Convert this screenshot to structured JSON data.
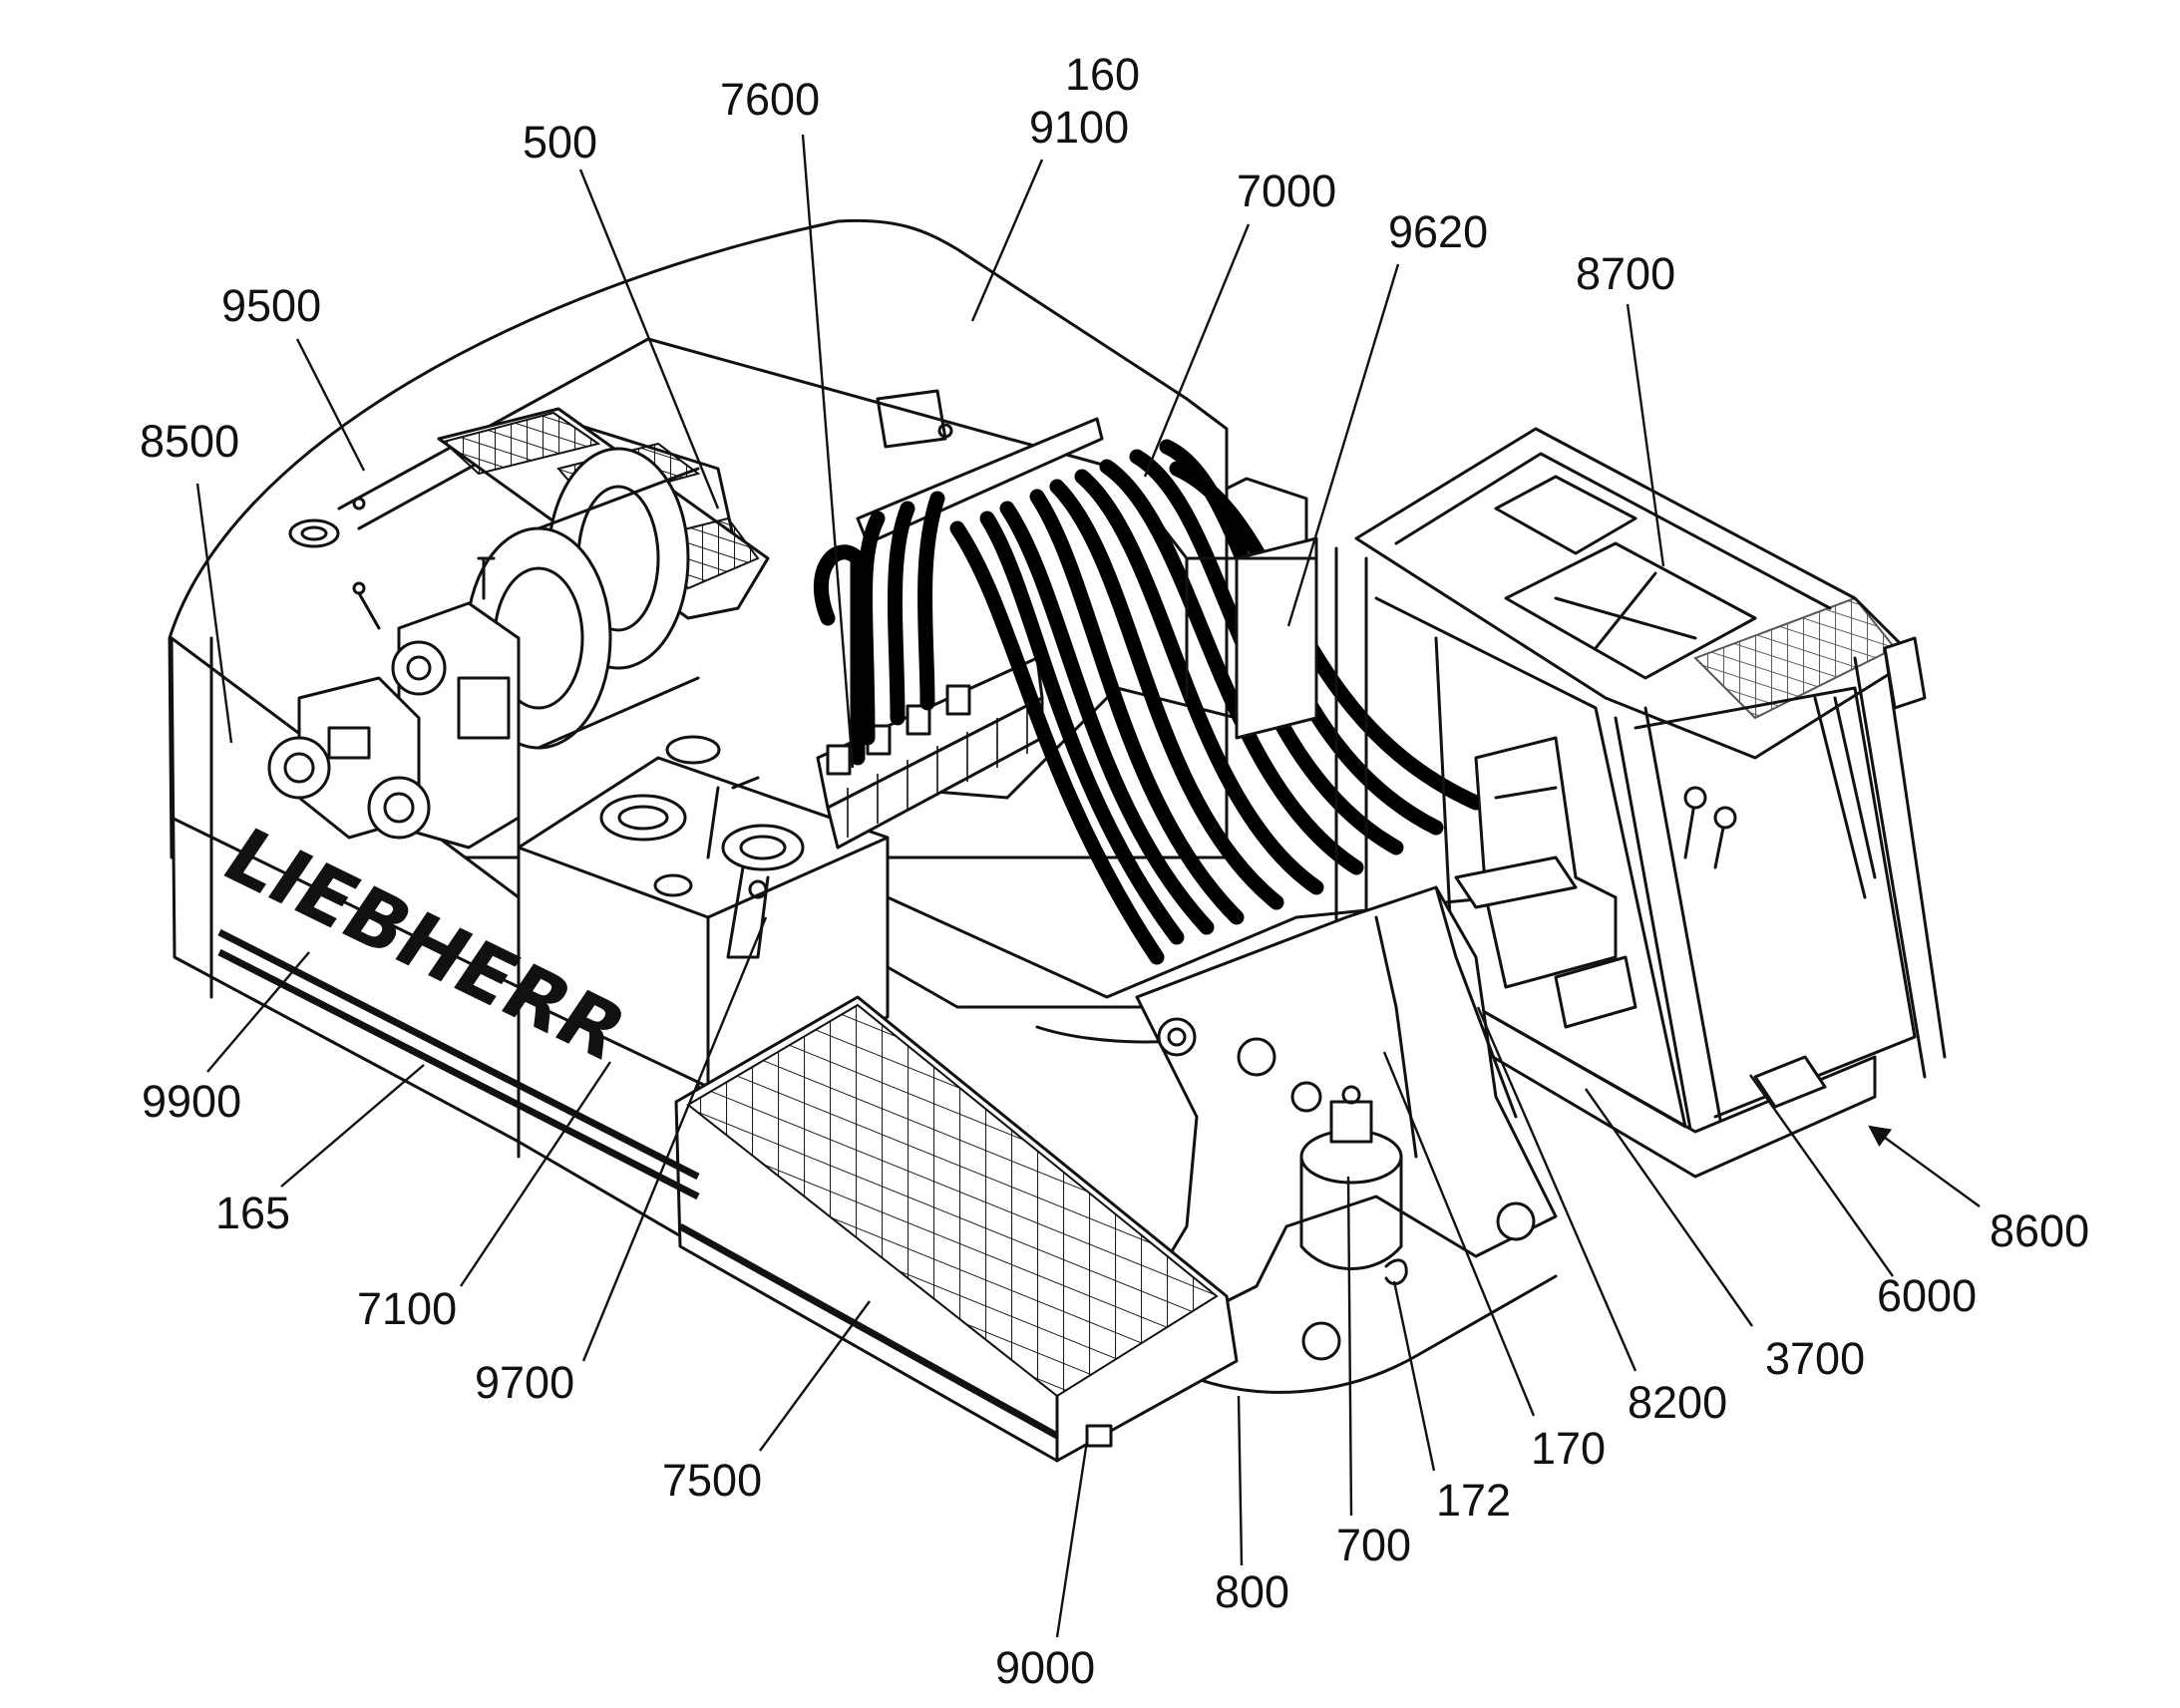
{
  "figure": {
    "brand_logo_text": "LIEBHERR",
    "callouts": [
      {
        "id": "c160",
        "text": "160"
      },
      {
        "id": "c9100",
        "text": "9100"
      },
      {
        "id": "c7600",
        "text": "7600"
      },
      {
        "id": "c500",
        "text": "500"
      },
      {
        "id": "c7000",
        "text": "7000"
      },
      {
        "id": "c9620",
        "text": "9620"
      },
      {
        "id": "c8700",
        "text": "8700"
      },
      {
        "id": "c9500",
        "text": "9500"
      },
      {
        "id": "c8500",
        "text": "8500"
      },
      {
        "id": "c9900",
        "text": "9900"
      },
      {
        "id": "c165",
        "text": "165"
      },
      {
        "id": "c7100",
        "text": "7100"
      },
      {
        "id": "c9700",
        "text": "9700"
      },
      {
        "id": "c7500",
        "text": "7500"
      },
      {
        "id": "c9000",
        "text": "9000"
      },
      {
        "id": "c800",
        "text": "800"
      },
      {
        "id": "c700",
        "text": "700"
      },
      {
        "id": "c172",
        "text": "172"
      },
      {
        "id": "c170",
        "text": "170"
      },
      {
        "id": "c8200",
        "text": "8200"
      },
      {
        "id": "c3700",
        "text": "3700"
      },
      {
        "id": "c6000",
        "text": "6000"
      },
      {
        "id": "c8600",
        "text": "8600"
      }
    ]
  },
  "colors": {
    "line": "#111111",
    "background": "#ffffff"
  }
}
